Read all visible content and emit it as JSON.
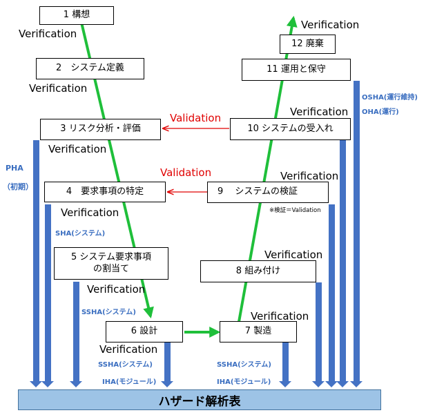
{
  "boxes": {
    "b1": "1 構想",
    "b2": "2　システム定義",
    "b3": "3 リスク分析・評価",
    "b4": "4　要求事項の特定",
    "b5_line1": "5 システム要求事項",
    "b5_line2": "の割当て",
    "b6": "6 設計",
    "b7": "7 製造",
    "b8": "8 組み付け",
    "b9": "9　 システムの検証",
    "b10": "10 システムの受入れ",
    "b11": "11 運用と保守",
    "b12": "12 廃棄"
  },
  "verification_labels": [
    "Verification",
    "Verification",
    "Verification",
    "Verification",
    "Verification",
    "Verification",
    "Verification",
    "Verification",
    "Verification",
    "Verification",
    "Verification"
  ],
  "validation_labels": [
    "Validation",
    "Validation"
  ],
  "analyses": {
    "pha": "PHA",
    "pha_sub": "（初期）",
    "sha": "SHA(システム)",
    "ssha_left_1": "SSHA(システム)",
    "ssha_left_2": "SSHA(システム)",
    "iha_left": "IHA(モジュール)",
    "ssha_right": "SSHA(システム)",
    "iha_right": "IHA(モジュール)",
    "osha": "OSHA(運行維持)",
    "oha": "OHA(運行)"
  },
  "note": "※検証＝Validation",
  "hazard_table": "ハザード解析表",
  "colors": {
    "flow": "#1fbf3a",
    "validation": "#e00000",
    "analysis_bar": "#4472c4",
    "hazard_fill": "#9dc3e6"
  }
}
